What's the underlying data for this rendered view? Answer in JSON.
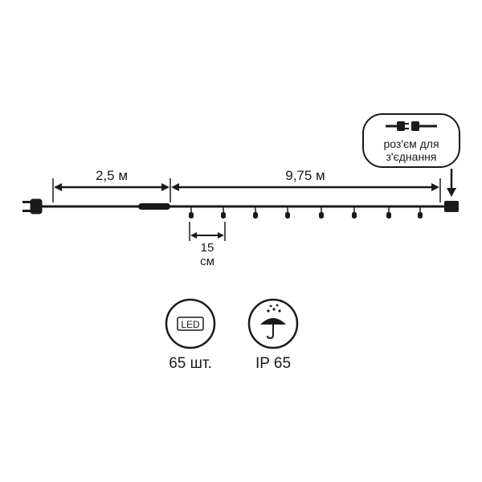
{
  "dimensions": {
    "lead_length": "2,5 м",
    "light_length": "9,75 м",
    "spacing_value": "15",
    "spacing_unit": "см"
  },
  "connector_note": {
    "line1": "роз'єм для",
    "line2": "з'єднання"
  },
  "specs": {
    "led": {
      "icon": "led-icon",
      "icon_text": "LED",
      "label": "65 шт."
    },
    "ip": {
      "icon": "umbrella-rain-icon",
      "label": "IP 65"
    }
  },
  "colors": {
    "ink": "#1a1a1a",
    "background": "#ffffff"
  }
}
